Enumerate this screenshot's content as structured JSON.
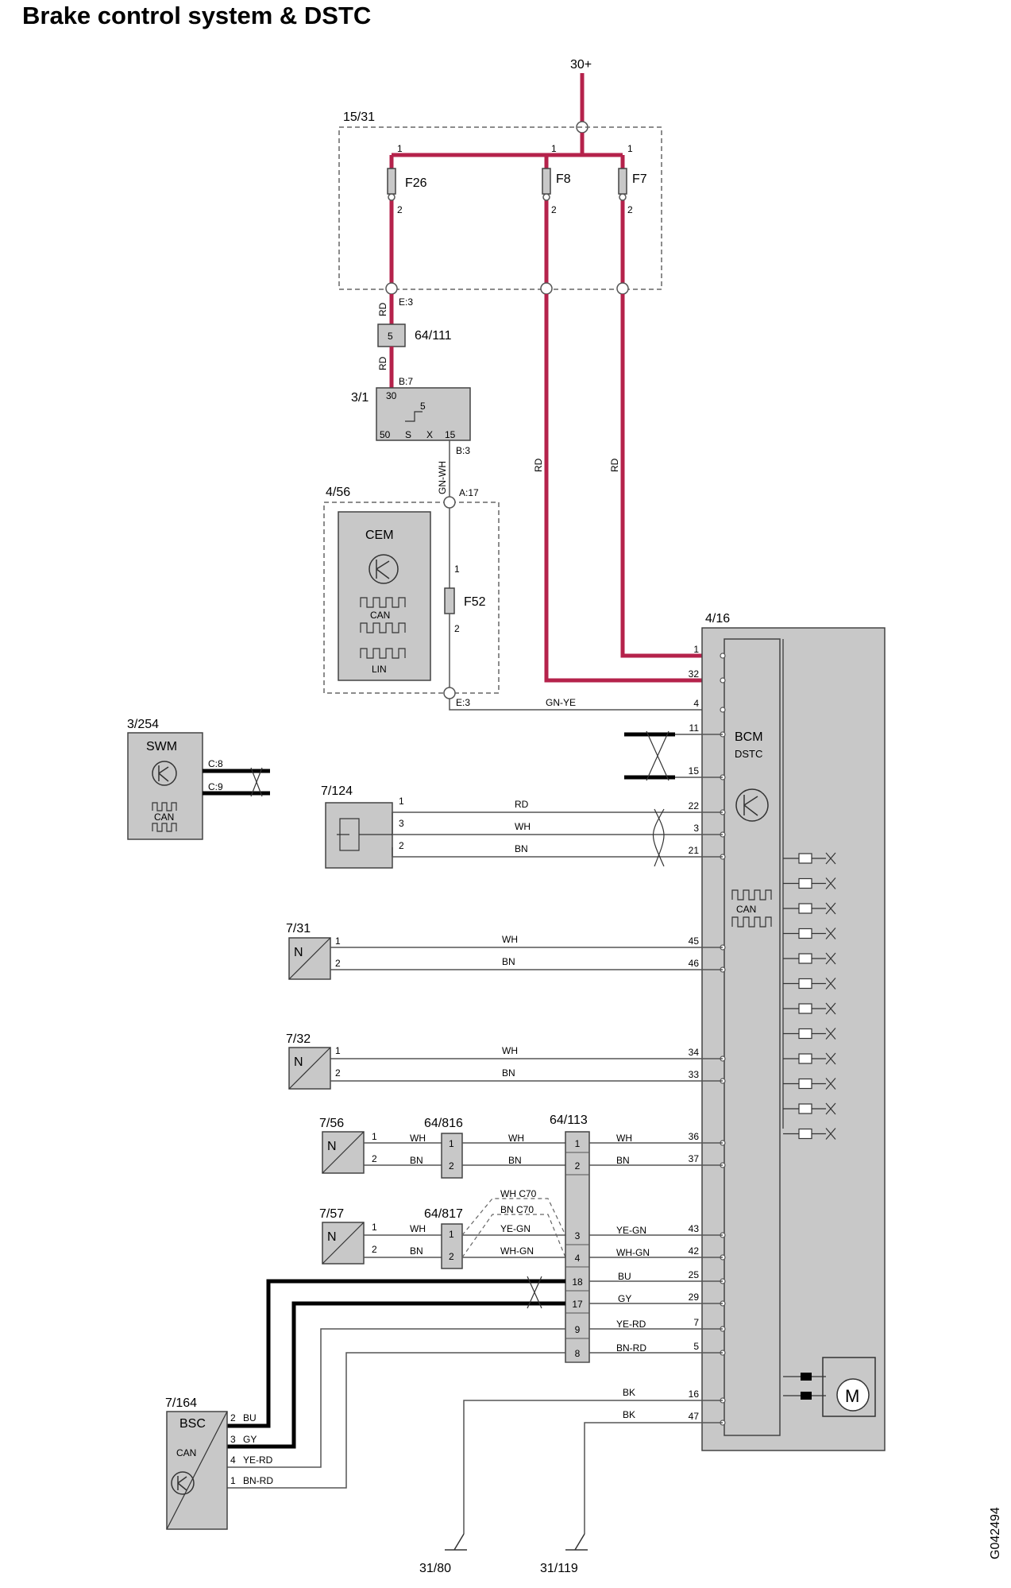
{
  "title": "Brake control system & DSTC",
  "doc_id": "G042494",
  "supply": "30+",
  "fusebox": {
    "id": "15/31",
    "fuses": [
      {
        "label": "F26",
        "pin_in": "1",
        "pin_out": "2"
      },
      {
        "label": "F8",
        "pin_in": "1",
        "pin_out": "2"
      },
      {
        "label": "F7",
        "pin_in": "1",
        "pin_out": "2"
      }
    ],
    "connector_e3": "E:3"
  },
  "connector_64_111": {
    "id": "64/111",
    "pin": "5"
  },
  "ignition_switch": {
    "id": "3/1",
    "pin_top": "30",
    "pin_mid": "5",
    "pins_bottom": [
      "50",
      "S",
      "X",
      "15"
    ],
    "conn_b7": "B:7",
    "conn_b3": "B:3"
  },
  "cem": {
    "id": "4/56",
    "title": "CEM",
    "can": "CAN",
    "lin": "LIN",
    "fuse": "F52",
    "fuse_pin1": "1",
    "fuse_pin2": "2",
    "conn_a17": "A:17",
    "conn_e3": "E:3"
  },
  "bcm": {
    "id": "4/16",
    "title": "BCM",
    "subtitle": "DSTC",
    "can": "CAN",
    "pins": [
      "1",
      "32",
      "4",
      "11",
      "15",
      "22",
      "3",
      "21",
      "45",
      "46",
      "34",
      "33",
      "36",
      "37",
      "43",
      "42",
      "25",
      "29",
      "7",
      "5",
      "16",
      "47"
    ]
  },
  "swm": {
    "id": "3/254",
    "title": "SWM",
    "can": "CAN",
    "c8": "C:8",
    "c9": "C:9"
  },
  "sensor_7_124": {
    "id": "7/124",
    "pins": [
      "1",
      "3",
      "2"
    ]
  },
  "sensor_7_31": {
    "id": "7/31",
    "n": "N",
    "pins": [
      "1",
      "2"
    ]
  },
  "sensor_7_32": {
    "id": "7/32",
    "n": "N",
    "pins": [
      "1",
      "2"
    ]
  },
  "sensor_7_56": {
    "id": "7/56",
    "n": "N",
    "pins": [
      "1",
      "2"
    ]
  },
  "sensor_7_57": {
    "id": "7/57",
    "n": "N",
    "pins": [
      "1",
      "2"
    ]
  },
  "connector_64_816": {
    "id": "64/816",
    "pins": [
      "1",
      "2"
    ]
  },
  "connector_64_817": {
    "id": "64/817",
    "pins": [
      "1",
      "2"
    ]
  },
  "connector_64_113": {
    "id": "64/113",
    "pins": [
      "1",
      "2",
      "3",
      "4",
      "18",
      "17",
      "9",
      "8"
    ]
  },
  "bsc": {
    "id": "7/164",
    "title": "BSC",
    "can": "CAN",
    "pins": [
      "2",
      "3",
      "4",
      "1"
    ]
  },
  "grounds": [
    "31/80",
    "31/119"
  ],
  "wire_colors": {
    "rd": "RD",
    "gn_wh": "GN-WH",
    "gn_ye": "GN-YE",
    "wh": "WH",
    "bn": "BN",
    "ye_gn": "YE-GN",
    "wh_gn": "WH-GN",
    "bu": "BU",
    "gy": "GY",
    "ye_rd": "YE-RD",
    "bn_rd": "BN-RD",
    "bk": "BK",
    "wh_c70": "WH C70",
    "bn_c70": "BN C70"
  },
  "colors": {
    "power_wire": "#b5224b",
    "module_fill": "#c8c8c8",
    "bus_wire": "#000000"
  }
}
